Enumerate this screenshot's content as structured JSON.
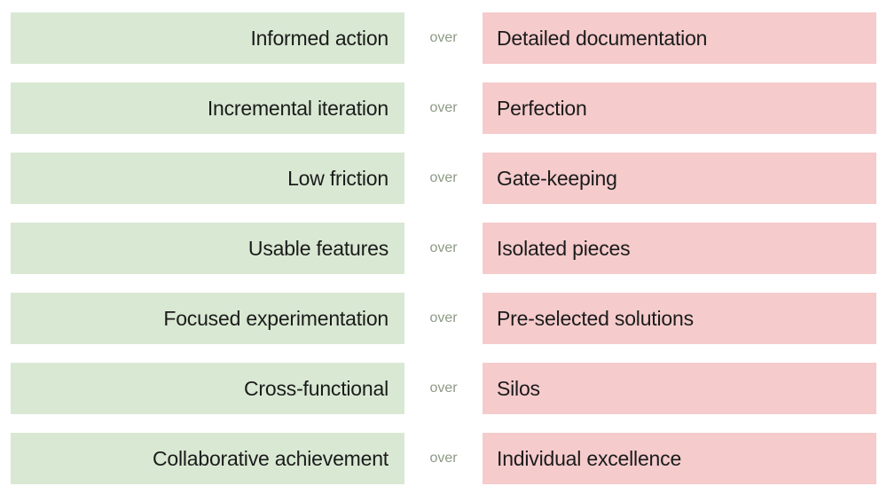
{
  "connector_label": "over",
  "rows": [
    {
      "preferred": "Informed action",
      "rejected": "Detailed documentation"
    },
    {
      "preferred": "Incremental iteration",
      "rejected": "Perfection"
    },
    {
      "preferred": "Low friction",
      "rejected": "Gate-keeping"
    },
    {
      "preferred": "Usable features",
      "rejected": "Isolated pieces"
    },
    {
      "preferred": "Focused experimentation",
      "rejected": "Pre-selected solutions"
    },
    {
      "preferred": "Cross-functional",
      "rejected": "Silos"
    },
    {
      "preferred": "Collaborative achievement",
      "rejected": "Individual excellence"
    }
  ],
  "colors": {
    "preferred_bg": "#d9e8d3",
    "rejected_bg": "#f5cbcc",
    "label_text": "#1b1b1b",
    "connector_text": "#8d9a85",
    "page_bg": "#ffffff"
  }
}
